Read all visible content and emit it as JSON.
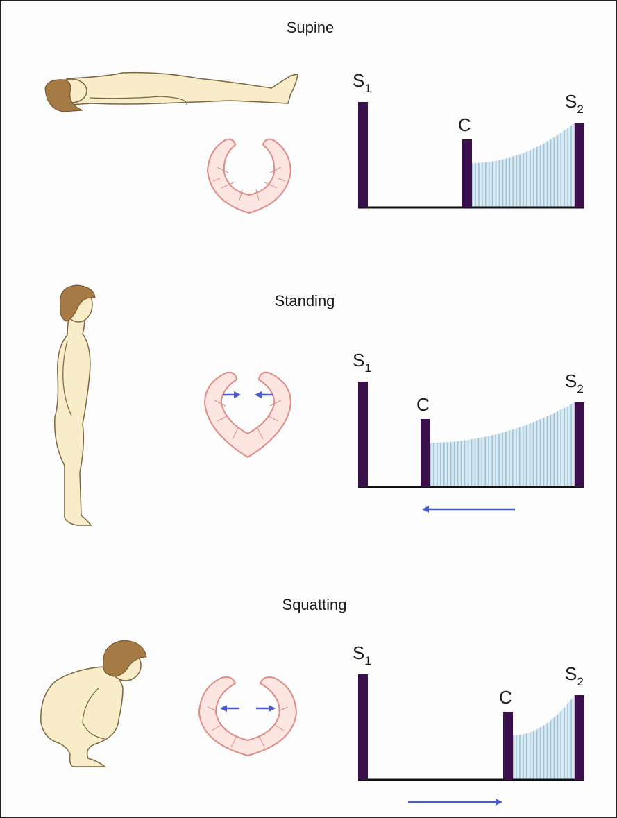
{
  "figure": {
    "panels": [
      {
        "id": "supine",
        "title": "Supine",
        "s1": "S",
        "s1_sub": "1",
        "c": "C",
        "s2": "S",
        "s2_sub": "2",
        "click_fraction": 0.48,
        "arrow": "none"
      },
      {
        "id": "standing",
        "title": "Standing",
        "s1": "S",
        "s1_sub": "1",
        "c": "C",
        "s2": "S",
        "s2_sub": "2",
        "click_fraction": 0.29,
        "arrow": "left"
      },
      {
        "id": "squatting",
        "title": "Squatting",
        "s1": "S",
        "s1_sub": "1",
        "c": "C",
        "s2": "S",
        "s2_sub": "2",
        "click_fraction": 0.67,
        "arrow": "right"
      }
    ]
  },
  "colors": {
    "bar": "#3a0f4c",
    "murmur": "#9fc2d6",
    "murmur_fill": "#d9eaf3",
    "heart": "#e08a84",
    "heart_fill": "#fde6e2",
    "arrow": "#4a5bd0",
    "skin": "#f9ecc8",
    "skin_stroke": "#7a6540",
    "hair": "#a57a44"
  }
}
